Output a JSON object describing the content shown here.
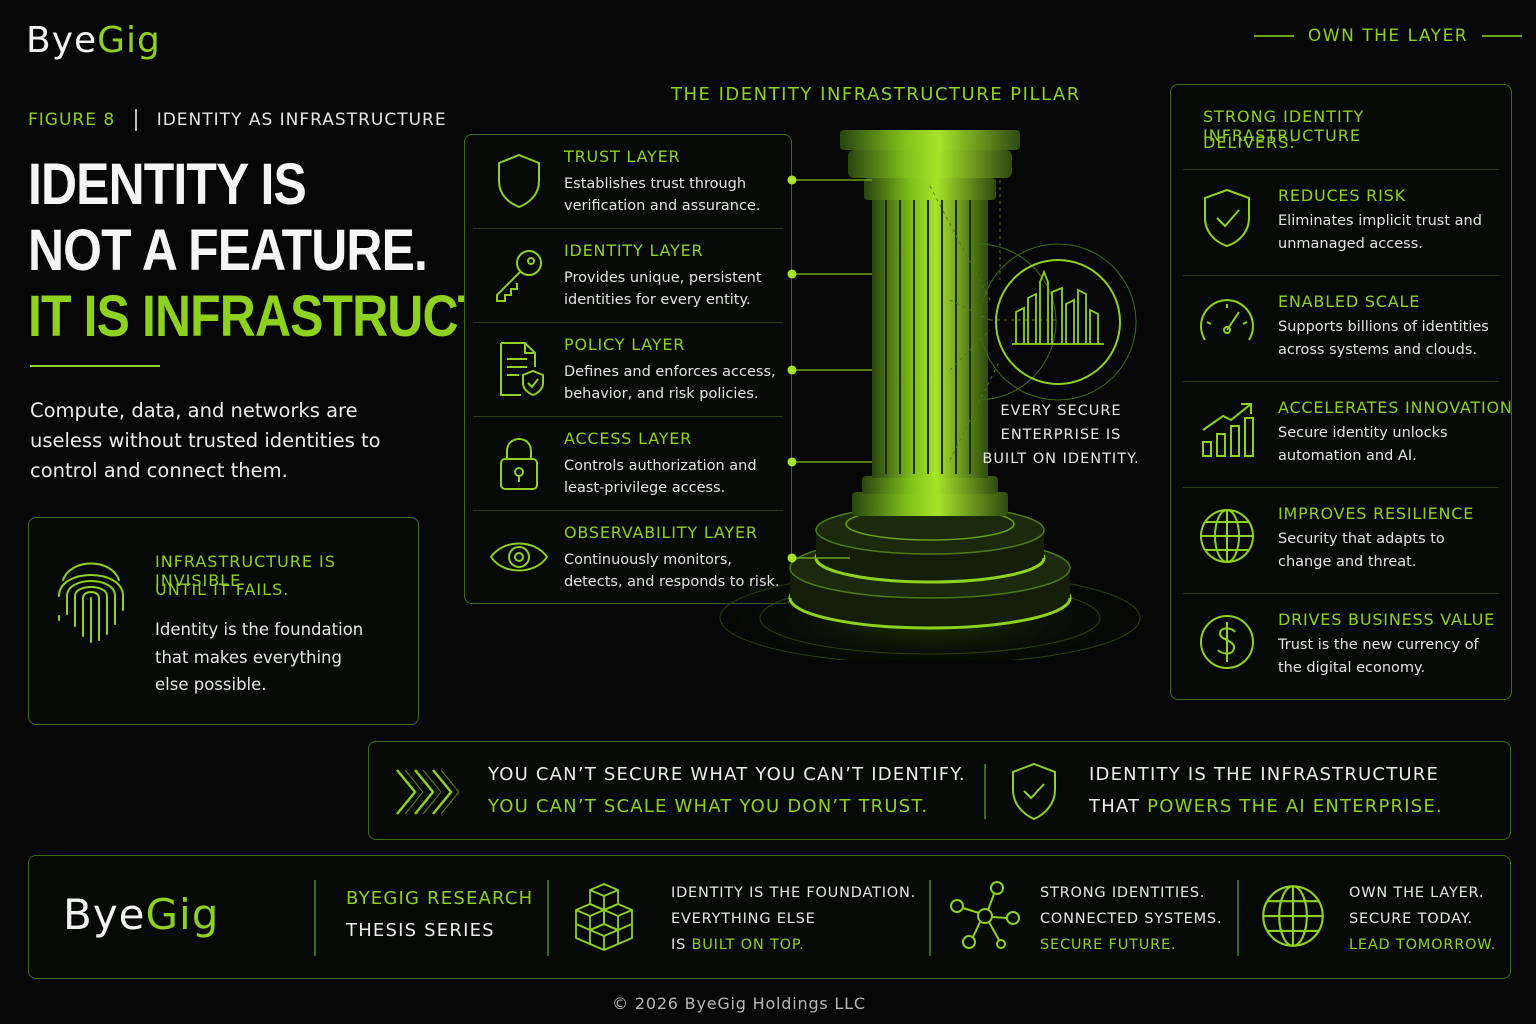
{
  "brand": {
    "logo_main": "Bye",
    "logo_accent": "Gig"
  },
  "tagline": "OWN THE LAYER",
  "figure": {
    "label": "FIGURE 8",
    "title": "IDENTITY AS INFRASTRUCTURE"
  },
  "headline": {
    "line1": "IDENTITY IS",
    "line2": "NOT A FEATURE.",
    "line3": "IT IS INFRASTRUCTURE."
  },
  "lede": "Compute, data, and networks are useless without trusted identities to control and connect them.",
  "callout": {
    "title_line1": "INFRASTRUCTURE IS INVISIBLE",
    "title_line2": "UNTIL IT FAILS.",
    "body": "Identity is the foundation that makes everything else possible."
  },
  "pillar": {
    "title": "THE IDENTITY INFRASTRUCTURE PILLAR",
    "caption_line1": "EVERY SECURE",
    "caption_line2": "ENTERPRISE IS",
    "caption_line3": "BUILT ON IDENTITY.",
    "layers": [
      {
        "icon": "shield-icon",
        "title": "TRUST LAYER",
        "desc": "Establishes trust through verification and assurance."
      },
      {
        "icon": "key-icon",
        "title": "IDENTITY LAYER",
        "desc": "Provides unique, persistent identities for every entity."
      },
      {
        "icon": "policy-document-icon",
        "title": "POLICY LAYER",
        "desc": "Defines and enforces access, behavior, and risk policies."
      },
      {
        "icon": "lock-icon",
        "title": "ACCESS LAYER",
        "desc": "Controls authorization and least-privilege access."
      },
      {
        "icon": "eye-icon",
        "title": "OBSERVABILITY LAYER",
        "desc": "Continuously monitors, detects, and responds to risk."
      }
    ]
  },
  "benefits": {
    "title_line1": "STRONG IDENTITY INFRASTRUCTURE",
    "title_line2": "DELIVERS:",
    "items": [
      {
        "icon": "shield-check-icon",
        "title": "REDUCES RISK",
        "desc": "Eliminates implicit trust and unmanaged access."
      },
      {
        "icon": "gauge-icon",
        "title": "ENABLED SCALE",
        "desc": "Supports billions of identities across systems and clouds."
      },
      {
        "icon": "growth-chart-icon",
        "title": "ACCELERATES INNOVATION",
        "desc": "Secure identity unlocks automation and AI."
      },
      {
        "icon": "globe-icon",
        "title": "IMPROVES RESILIENCE",
        "desc": "Security that adapts to change and threat."
      },
      {
        "icon": "dollar-icon",
        "title": "DRIVES BUSINESS VALUE",
        "desc": "Trust is the new currency of the digital economy."
      }
    ]
  },
  "banner": {
    "left_line1": "YOU CAN’T SECURE WHAT YOU CAN’T IDENTIFY.",
    "left_line2": "YOU CAN’T SCALE WHAT YOU DON’T TRUST.",
    "right_line1": "IDENTITY IS THE INFRASTRUCTURE",
    "right_line2_prefix": "THAT ",
    "right_line2_accent": "POWERS THE AI ENTERPRISE."
  },
  "footer": {
    "series_line1": "BYEGIG RESEARCH",
    "series_line2": "THESIS SERIES",
    "col1": {
      "l1": "IDENTITY IS THE FOUNDATION.",
      "l2": "EVERYTHING ELSE",
      "l3_prefix": "IS ",
      "l3_accent": "BUILT ON TOP."
    },
    "col2": {
      "l1": "STRONG IDENTITIES.",
      "l2": "CONNECTED SYSTEMS.",
      "l3": "SECURE FUTURE."
    },
    "col3": {
      "l1": "OWN THE LAYER.",
      "l2": "SECURE TODAY.",
      "l3": "LEAD TOMORROW."
    }
  },
  "copyright": "© 2026 ByeGig Holdings LLC",
  "colors": {
    "accent": "#8fd11f",
    "background": "#050605",
    "border": "#3f6a12"
  }
}
